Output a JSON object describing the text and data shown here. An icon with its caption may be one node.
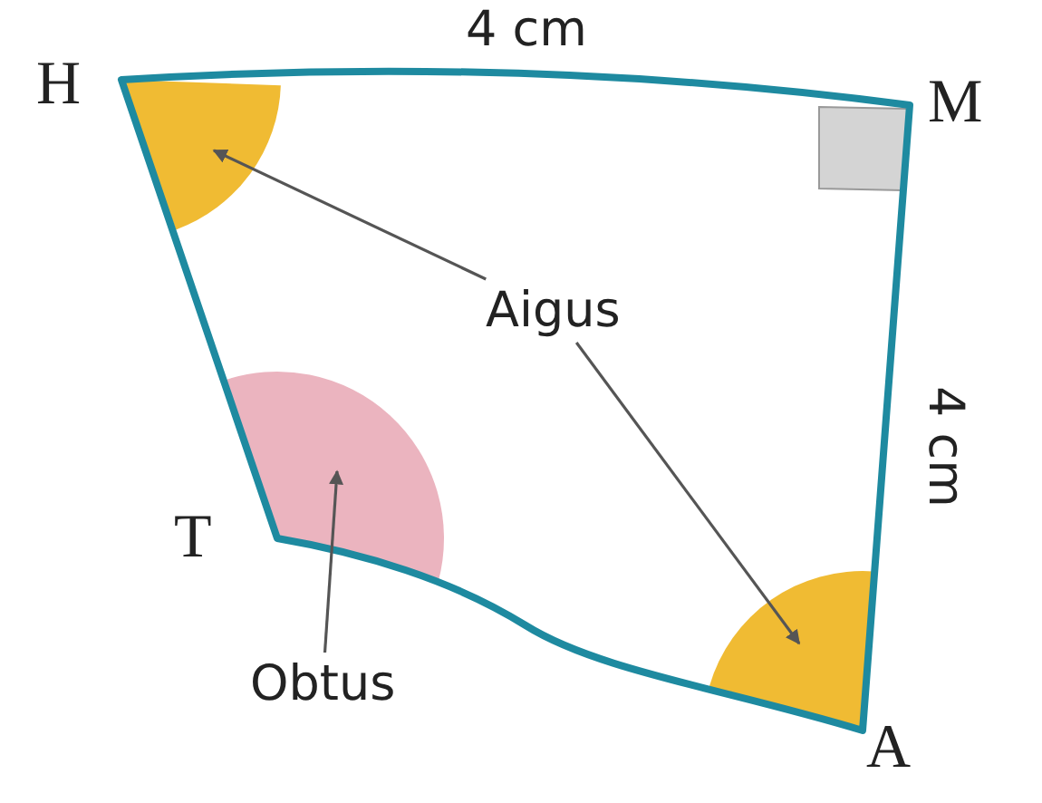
{
  "diagram": {
    "nodes": [
      {
        "text": [
          "Aigus"
        ]
      },
      {
        "text": [
          "Obtus"
        ]
      },
      {
        "text": [],
        "shape": "sector"
      },
      {
        "text": [],
        "shape": "sector"
      },
      {
        "text": [],
        "shape": "sector"
      }
    ],
    "edges": [
      {
        "from": 0,
        "to": 2,
        "arrow": "to"
      },
      {
        "from": 0,
        "to": 3,
        "arrow": "to"
      },
      {
        "from": 1,
        "to": 4,
        "arrow": "to"
      }
    ],
    "labels": [
      "H",
      "4 cm",
      "M",
      "4 cm",
      "T",
      "A"
    ]
  }
}
